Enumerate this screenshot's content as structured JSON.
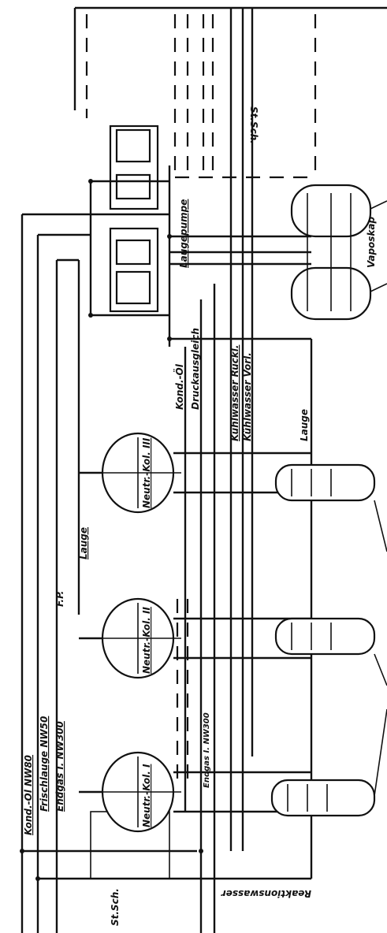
{
  "labels": {
    "kond_oel_nw80": "Kond.-Öl  NW80",
    "frischlauge_nw50": "Frischlauge  NW50",
    "endgas_nw300": "Endgas I. NW300",
    "fp": "F.P.",
    "lauge_left": "Lauge",
    "neutr_kol_1": "Neutr.-Kol. I",
    "neutr_kol_2": "Neutr.-Kol. II",
    "neutr_kol_3": "Neutr.-Kol. III",
    "endgas_nw300_pipe": "Endgas I. NW300",
    "kond_oel": "Kond.-Öl",
    "druckausgleich": "Druckausgleich",
    "kuehlwasser_rueckl": "Kühlwasser Rückl.",
    "kuehlwasser_vorl": "Kühlwasser Vorl.",
    "laugepumpe": "Laugepumpe",
    "lauge_right": "Lauge",
    "vaposkap": "Vaposkap",
    "st_sch_top": "St.Sch.",
    "st_sch_bottom": "St.Sch.",
    "reaktionswasser": "Reaktionswasser"
  }
}
